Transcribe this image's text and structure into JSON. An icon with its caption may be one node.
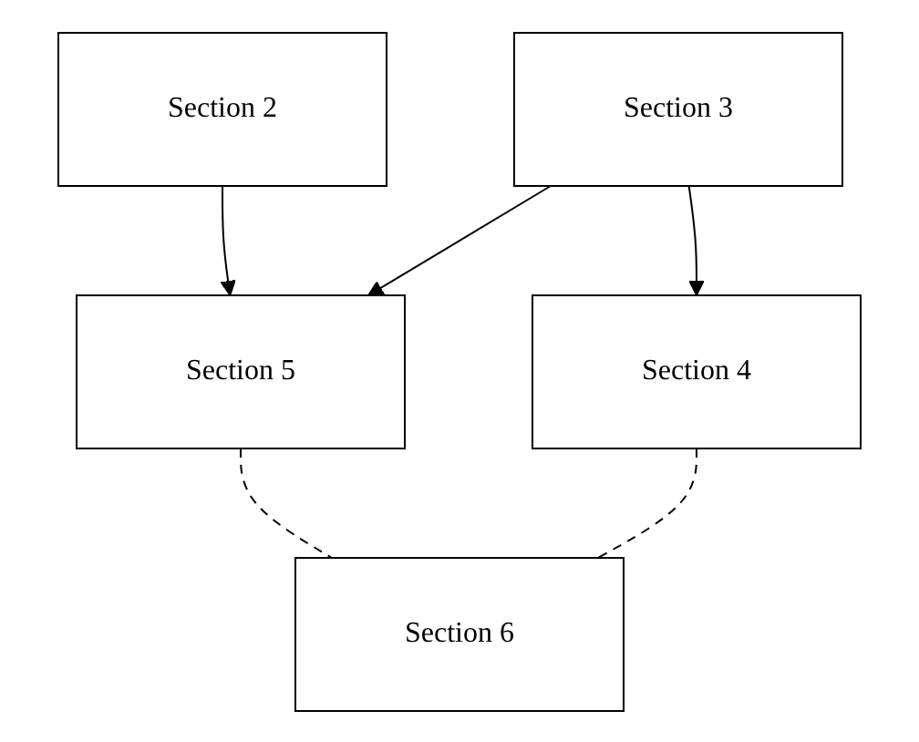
{
  "diagram": {
    "nodes": [
      {
        "text": [
          "Section 2"
        ]
      },
      {
        "text": [
          "Section 3"
        ]
      },
      {
        "text": [
          "Section 5"
        ]
      },
      {
        "text": [
          "Section 4"
        ]
      },
      {
        "text": [
          "Section 6"
        ]
      }
    ],
    "edges": [
      {
        "from": 0,
        "to": 2,
        "arrow": "to"
      },
      {
        "from": 1,
        "to": 2,
        "arrow": "to"
      },
      {
        "from": 1,
        "to": 3,
        "arrow": "to"
      },
      {
        "from": 2,
        "to": 4,
        "arrow": "none",
        "style": "dashed"
      },
      {
        "from": 3,
        "to": 4,
        "arrow": "none",
        "style": "dashed"
      }
    ]
  }
}
